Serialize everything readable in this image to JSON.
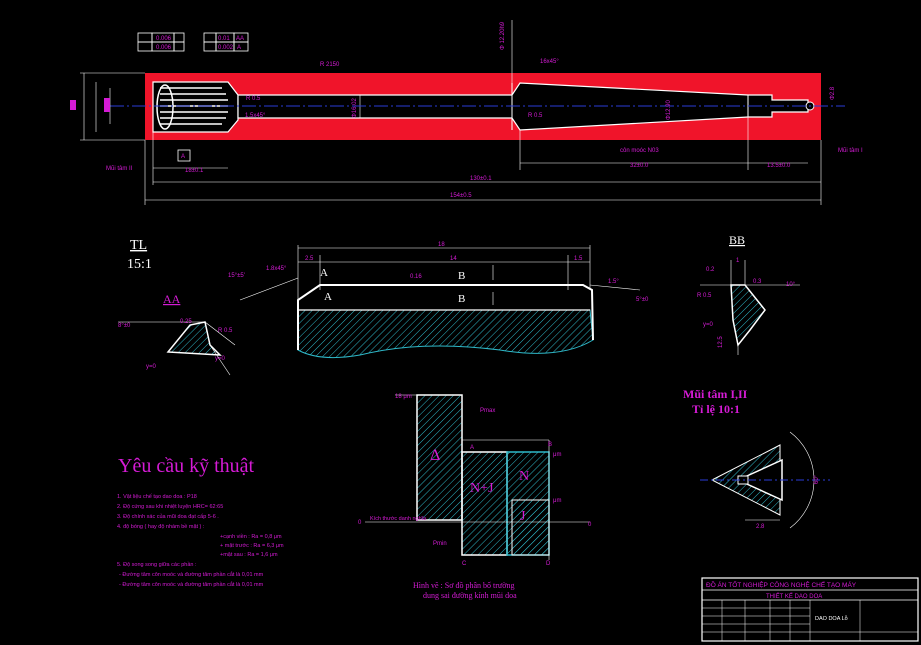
{
  "colors": {
    "background": "#000000",
    "part_fill": "#f0142a",
    "outline": "#ffffff",
    "dimension": "#d51bd5",
    "hatch": "#2fb9c9",
    "centerline": "#2a3bd6"
  },
  "main_view": {
    "tolerance_frames": [
      "0.006",
      "0.006",
      "0.01",
      "AA",
      "0.002",
      "A"
    ],
    "labels": {
      "len_total": "154±0.5",
      "len_body": "130±0.1",
      "len_a": "18±0.1",
      "len_taper": "32±0.0",
      "len_b": "13.5±0.0",
      "taper_note": "côn moóc N03",
      "chamfer_top": "16x45°",
      "chamfer_small": "1.5x45°",
      "radius_top": "R 2150",
      "radius_a": "R 0.5",
      "radius_b": "R 0.5",
      "center_left": "Mũi tâm II",
      "center_right": "Mũi tâm I",
      "datum_a": "A",
      "dia_top": "Φ 12.20h9",
      "dia_body": "Φ16.02",
      "dia_tip": "Φ2.8",
      "dia_taper": "Φ12.90"
    }
  },
  "detail_tl": {
    "title": "TL",
    "scale": "15:1",
    "dims": [
      "18",
      "2.5",
      "14",
      "1.5",
      "0.16",
      "15°±5'",
      "1.8x45°",
      "1.5°",
      "5°±0"
    ],
    "section_marks": [
      "A",
      "A",
      "B",
      "B"
    ]
  },
  "section_aa": {
    "title": "AA",
    "dims": [
      "8°±0",
      "0.25",
      "R 0.5",
      "y=0",
      "y=0"
    ]
  },
  "section_bb": {
    "title": "BB",
    "dims": [
      "0.2",
      "1",
      "0.3",
      "10°",
      "R 0.5",
      "y=0",
      "12.5"
    ]
  },
  "center_detail": {
    "title": "Mũi tâm I,II",
    "scale": "Tỉ lệ 10:1",
    "dims": [
      "60°",
      "2.8"
    ]
  },
  "requirements": {
    "title": "Yêu cầu kỹ thuật",
    "lines": [
      "1. Vật liệu chế tạo dao doa : P18",
      "2. Độ cứng sau khi nhiệt luyện HRC= 62:65",
      "3. Độ chính xác của mũi doa đạt cấp 5-6 .",
      "4. độ bóng ( hay độ nhám bề mặt ) :",
      "+cạnh viền : Ra = 0,8 μm",
      "+ mặt trước : Ra = 6,3 μm",
      "+mặt sau : Ra = 1,6 μm",
      "5. Độ song song giữa các phần :",
      "- Đường tâm côn moóc và đường tâm phần cắt là 0,01 mm",
      "- Đường tâm côn moóc và đường tâm phần cắt là 0,01 mm"
    ]
  },
  "tolerance_diagram": {
    "labels": [
      "Δ",
      "N+J",
      "N",
      "J",
      "A",
      "B",
      "C",
      "D"
    ],
    "side": [
      "18 μm",
      "Pmax",
      "Pmin",
      "Kích thước danh nghĩa",
      "0",
      "0",
      "μm",
      "μm"
    ],
    "caption_1": "Hình vẽ : Sơ đồ phân bố trường",
    "caption_2": "dung sai đường kính mũi doa"
  },
  "title_block": {
    "project": "ĐỒ ÁN TỐT NGHIỆP CÔNG NGHỆ CHẾ TẠO MÁY",
    "subject": "THIẾT KẾ DAO DOA",
    "part": "DAO DOA Lỗ"
  }
}
